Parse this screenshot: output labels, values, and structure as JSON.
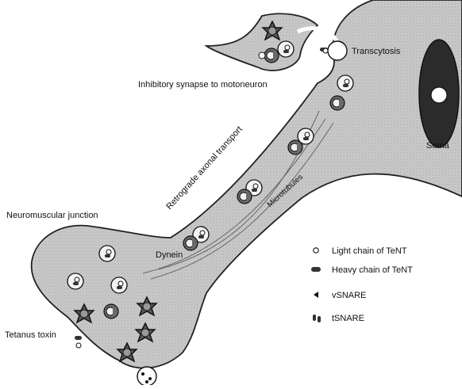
{
  "labels": {
    "transcytosis": "Transcytosis",
    "inhibitory_synapse": "Inhibitory synapse to motoneuron",
    "retrograde": "Retrograde axonal transport",
    "soma": "Soma",
    "microtubules": "Microtubules",
    "nmj": "Neuromuscular junction",
    "dynein": "Dynein",
    "tetanus_toxin": "Tetanus toxin"
  },
  "legend": {
    "items": [
      {
        "icon": "light-chain-icon",
        "label": "Light chain of TeNT"
      },
      {
        "icon": "heavy-chain-icon",
        "label": "Heavy chain of TeNT"
      },
      {
        "icon": "vsnare-icon",
        "label": "vSNARE"
      },
      {
        "icon": "tsnare-icon",
        "label": "tSNARE"
      }
    ]
  },
  "colors": {
    "cytoplasm": "#c9c9c9",
    "outline": "#222222",
    "vesicle_dark": "#6a6a6a",
    "nucleus": "#2b2b2b"
  }
}
